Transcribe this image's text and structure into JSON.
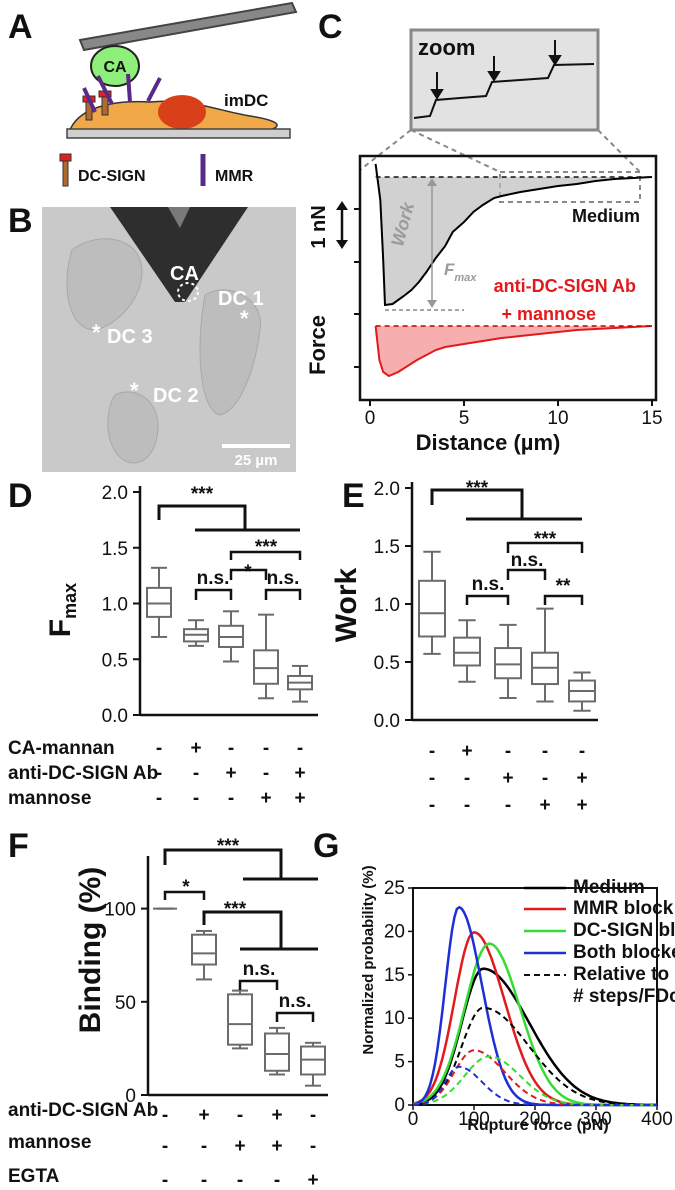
{
  "panelA": {
    "letter": "A",
    "cell_label": "CA",
    "dc_label": "imDC",
    "legend": [
      {
        "name": "DC-SIGN"
      },
      {
        "name": "MMR"
      }
    ]
  },
  "panelB": {
    "letter": "B",
    "labels": {
      "ca": "CA",
      "dc1": "DC 1",
      "dc2": "DC 2",
      "dc3": "DC 3"
    },
    "scale_bar": "25 µm"
  },
  "panelC": {
    "letter": "C",
    "zoom_label": "zoom",
    "medium_label": "Medium",
    "work_label": "Work",
    "fmax_label_main": "F",
    "fmax_label_sub": "max",
    "scale_label": "1 nN",
    "red_label_1": "anti-DC-SIGN Ab",
    "red_label_2": "+ mannose",
    "ylabel": "Force",
    "xlabel": "Distance (µm)",
    "xticks": [
      "0",
      "5",
      "10",
      "15"
    ],
    "colors": {
      "medium": "#000000",
      "treated": "#e31a1c",
      "fill_medium": "#bdbdbd",
      "fill_treated": "#f28b8b"
    }
  },
  "panelD": {
    "letter": "D",
    "ylabel_main": "F",
    "ylabel_sub": "max",
    "yticks": [
      "0.0",
      "0.5",
      "1.0",
      "1.5",
      "2.0"
    ],
    "conditions": [
      {
        "label": "CA-mannan",
        "signs": [
          "-",
          "+",
          "-",
          "-",
          "-"
        ]
      },
      {
        "label": "anti-DC-SIGN Ab",
        "signs": [
          "-",
          "-",
          "+",
          "-",
          "+"
        ]
      },
      {
        "label": "mannose",
        "signs": [
          "-",
          "-",
          "-",
          "+",
          "+"
        ]
      }
    ],
    "significance": [
      "***",
      "n.s.",
      "*",
      "***",
      "n.s."
    ]
  },
  "panelE": {
    "letter": "E",
    "ylabel": "Work",
    "yticks": [
      "0.0",
      "0.5",
      "1.0",
      "1.5",
      "2.0"
    ],
    "condition_signs": [
      [
        "-",
        "+",
        "-",
        "-",
        "-"
      ],
      [
        "-",
        "-",
        "+",
        "-",
        "+"
      ],
      [
        "-",
        "-",
        "-",
        "+",
        "+"
      ]
    ],
    "significance": [
      "***",
      "n.s.",
      "n.s.",
      "***",
      "**"
    ]
  },
  "panelF": {
    "letter": "F",
    "ylabel": "Binding (%)",
    "yticks": [
      "0",
      "50",
      "100"
    ],
    "conditions": [
      {
        "label": "anti-DC-SIGN Ab",
        "signs": [
          "-",
          "+",
          "-",
          "+",
          "-"
        ]
      },
      {
        "label": "mannose",
        "signs": [
          "-",
          "-",
          "+",
          "+",
          "-"
        ]
      },
      {
        "label": "EGTA",
        "signs": [
          "-",
          "-",
          "-",
          "-",
          "+"
        ]
      }
    ],
    "significance": [
      "***",
      "*",
      "***",
      "n.s.",
      "n.s."
    ]
  },
  "panelG": {
    "letter": "G",
    "ylabel": "Normalized probability (%)",
    "xlabel": "Rupture force (pN)",
    "xticks": [
      "0",
      "100",
      "200",
      "300",
      "400"
    ],
    "yticks": [
      "0",
      "5",
      "10",
      "15",
      "20",
      "25"
    ],
    "legend": [
      "Medium",
      "MMR block",
      "DC-SIGN block",
      "Both blocked",
      "Relative to",
      "# steps/FDcurve"
    ]
  },
  "chart_data": [
    {
      "id": "D",
      "type": "box",
      "ylabel": "Fmax",
      "ylim": [
        0,
        2.0
      ],
      "boxes": [
        {
          "min": 0.7,
          "q1": 0.88,
          "median": 1.0,
          "q3": 1.14,
          "max": 1.32
        },
        {
          "min": 0.62,
          "q1": 0.66,
          "median": 0.72,
          "q3": 0.77,
          "max": 0.85
        },
        {
          "min": 0.48,
          "q1": 0.61,
          "median": 0.7,
          "q3": 0.8,
          "max": 0.93
        },
        {
          "min": 0.15,
          "q1": 0.28,
          "median": 0.42,
          "q3": 0.58,
          "max": 0.9
        },
        {
          "min": 0.12,
          "q1": 0.23,
          "median": 0.29,
          "q3": 0.35,
          "max": 0.44
        }
      ]
    },
    {
      "id": "E",
      "type": "box",
      "ylabel": "Work",
      "ylim": [
        0,
        2.0
      ],
      "boxes": [
        {
          "min": 0.57,
          "q1": 0.72,
          "median": 0.92,
          "q3": 1.2,
          "max": 1.45
        },
        {
          "min": 0.33,
          "q1": 0.47,
          "median": 0.58,
          "q3": 0.71,
          "max": 0.86
        },
        {
          "min": 0.19,
          "q1": 0.36,
          "median": 0.48,
          "q3": 0.62,
          "max": 0.82
        },
        {
          "min": 0.16,
          "q1": 0.31,
          "median": 0.45,
          "q3": 0.58,
          "max": 0.96
        },
        {
          "min": 0.08,
          "q1": 0.16,
          "median": 0.25,
          "q3": 0.34,
          "max": 0.41
        }
      ]
    },
    {
      "id": "F",
      "type": "box",
      "ylabel": "Binding (%)",
      "ylim": [
        0,
        125
      ],
      "boxes": [
        {
          "min": 100,
          "q1": 100,
          "median": 100,
          "q3": 100,
          "max": 100
        },
        {
          "min": 62,
          "q1": 70,
          "median": 76,
          "q3": 86,
          "max": 88
        },
        {
          "min": 25,
          "q1": 27,
          "median": 38,
          "q3": 54,
          "max": 56
        },
        {
          "min": 11,
          "q1": 13,
          "median": 22,
          "q3": 33,
          "max": 36
        },
        {
          "min": 5,
          "q1": 11,
          "median": 19,
          "q3": 26,
          "max": 28
        }
      ]
    },
    {
      "id": "G",
      "type": "line",
      "xlabel": "Rupture force (pN)",
      "ylabel": "Normalized probability (%)",
      "xlim": [
        0,
        400
      ],
      "ylim": [
        0,
        25
      ],
      "series": [
        {
          "name": "Medium",
          "color": "#000000",
          "peak_x": 115,
          "peak_y": 15.7,
          "sigma_left": 35,
          "sigma_right": 75,
          "dashed": false
        },
        {
          "name": "MMR block",
          "color": "#e31a1c",
          "peak_x": 100,
          "peak_y": 19.9,
          "sigma_left": 32,
          "sigma_right": 50,
          "dashed": false
        },
        {
          "name": "DC-SIGN block",
          "color": "#33dd33",
          "peak_x": 125,
          "peak_y": 18.6,
          "sigma_left": 40,
          "sigma_right": 50,
          "dashed": false
        },
        {
          "name": "Both blocked",
          "color": "#1f2fd6",
          "peak_x": 75,
          "peak_y": 22.8,
          "sigma_left": 22,
          "sigma_right": 38,
          "dashed": false
        },
        {
          "name": "Medium",
          "color": "#000000",
          "peak_x": 115,
          "peak_y": 11.2,
          "sigma_left": 35,
          "sigma_right": 75,
          "dashed": true
        },
        {
          "name": "MMR block",
          "color": "#e31a1c",
          "peak_x": 100,
          "peak_y": 6.3,
          "sigma_left": 32,
          "sigma_right": 50,
          "dashed": true
        },
        {
          "name": "DC-SIGN block",
          "color": "#33dd33",
          "peak_x": 125,
          "peak_y": 5.6,
          "sigma_left": 40,
          "sigma_right": 50,
          "dashed": true
        },
        {
          "name": "Both blocked",
          "color": "#1f2fd6",
          "peak_x": 75,
          "peak_y": 4.4,
          "sigma_left": 22,
          "sigma_right": 38,
          "dashed": true
        }
      ]
    }
  ]
}
